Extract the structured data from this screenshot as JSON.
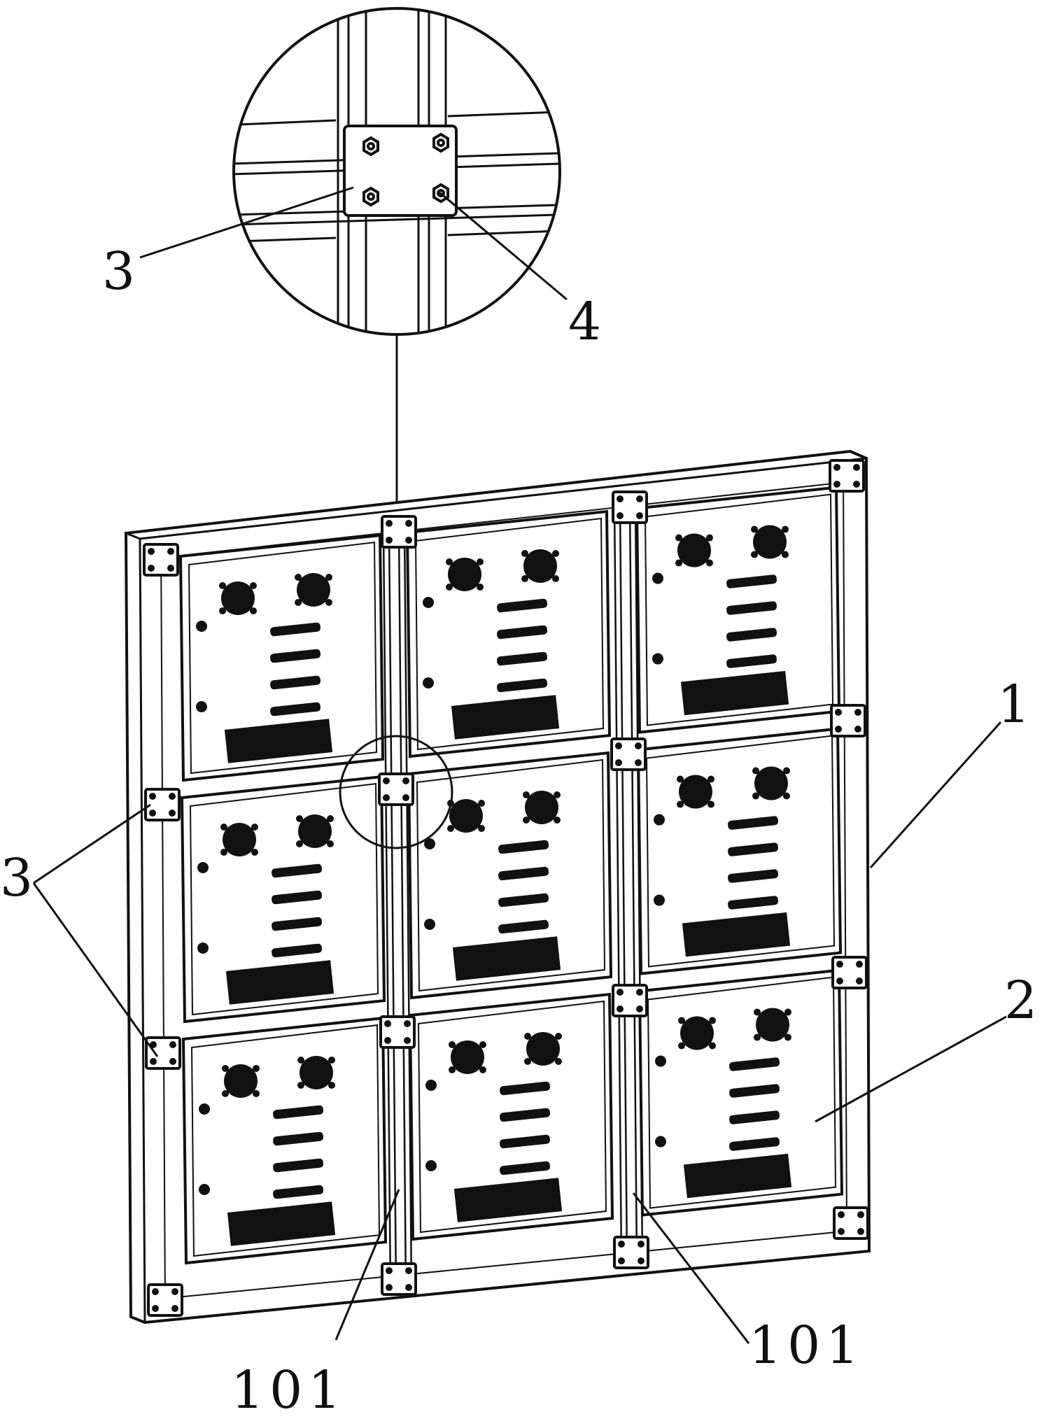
{
  "labels": {
    "frame": "1",
    "module": "2",
    "connector": "3",
    "connector_detail": "3",
    "bolt": "4",
    "channel_left": "101",
    "channel_right": "101"
  },
  "grid": {
    "rows": 3,
    "cols": 3
  },
  "colors": {
    "ink": "#111111",
    "paper": "#ffffff"
  }
}
